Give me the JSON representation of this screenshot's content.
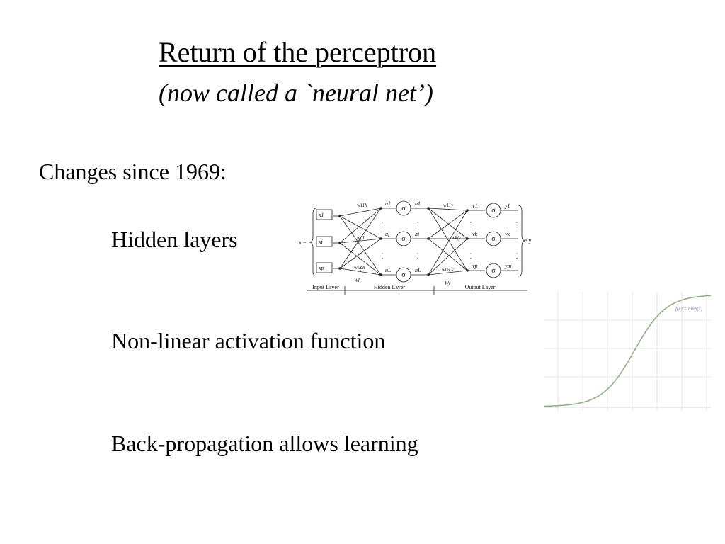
{
  "slide": {
    "title": "Return of the perceptron",
    "subtitle": "(now called a `neural net’)",
    "intro": "Changes since 1969:",
    "bullets": [
      "Hidden layers",
      "Non-linear activation function",
      "Back-propagation allows learning"
    ]
  },
  "network_diagram": {
    "input_vector_label": "x =",
    "output_vector_label": "= y",
    "inputs": [
      "x1",
      "xi",
      "xp"
    ],
    "hidden_pre": [
      "u1",
      "uj",
      "uL"
    ],
    "hidden_post": [
      "h1",
      "hj",
      "hL"
    ],
    "output_pre": [
      "v1",
      "vk",
      "vp"
    ],
    "outputs": [
      "y1",
      "yk",
      "ym"
    ],
    "node_symbol": "σ",
    "hidden_weights": [
      "w11h",
      "wjih",
      "wLph"
    ],
    "hidden_weight_matrix": "Wh",
    "output_weights": [
      "w11y",
      "wkjy",
      "wmLy"
    ],
    "output_weight_matrix": "Wy",
    "layers": [
      "Input Layer",
      "Hidden Layer",
      "Output Layer"
    ]
  },
  "activation_plot": {
    "function_label": "f(x) = tanh(x)",
    "curve_color": "#93b08a",
    "grid_color": "#e6e6e6"
  }
}
